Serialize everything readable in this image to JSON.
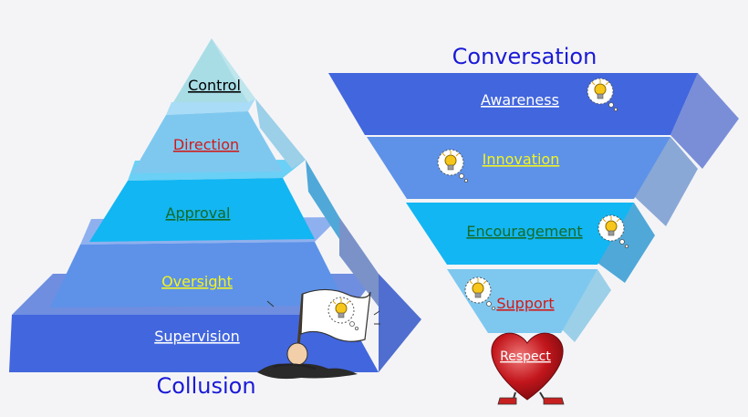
{
  "left_pyramid": {
    "title": "Collusion",
    "levels": [
      {
        "label": "Control",
        "color": "#000000"
      },
      {
        "label": "Direction",
        "color": "#d01a1a"
      },
      {
        "label": "Approval",
        "color": "#136b2a"
      },
      {
        "label": "Oversight",
        "color": "#f4f41c"
      },
      {
        "label": "Supervision",
        "color": "#ffffff"
      }
    ]
  },
  "right_pyramid": {
    "title": "Conversation",
    "levels": [
      {
        "label": "Awareness",
        "color": "#ffffff"
      },
      {
        "label": "Innovation",
        "color": "#f4f41c"
      },
      {
        "label": "Encouragement",
        "color": "#136b2a"
      },
      {
        "label": "Support",
        "color": "#d01a1a"
      }
    ],
    "base": {
      "label": "Respect",
      "color": "#ffffff"
    }
  },
  "colors": {
    "title": "#1a1ad6",
    "light_top": "#a8dde6",
    "light_blue": "#7ec8f0",
    "cyan": "#12b6f2",
    "mid_blue": "#5d92e8",
    "deep_blue": "#4266dd"
  }
}
